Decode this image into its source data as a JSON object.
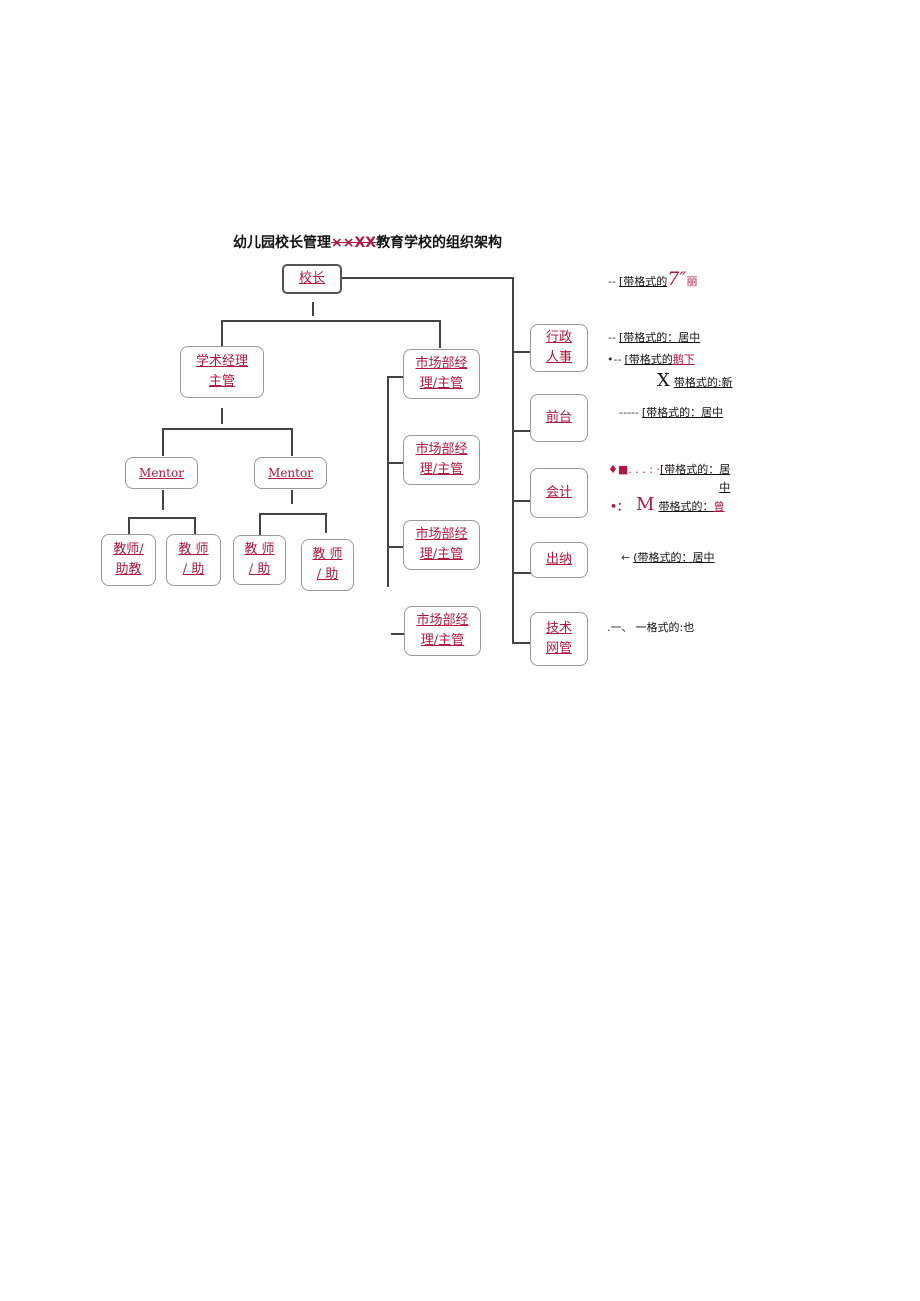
{
  "title": {
    "main": "幼儿园校长管理",
    "strike": "××XX",
    "tail": "教育学校的组织架构"
  },
  "nodes": {
    "principal": "校长",
    "academic": "学术经理\n主管",
    "mentor1": "Mentor",
    "mentor2": "Mentor",
    "teacher1": "教师/\n助教",
    "teacher2": "教 师\n/ 助",
    "teacher3": "教 师\n/ 助",
    "teacher4": "教 师\n/ 助",
    "market1": "市场部经\n理/主管",
    "market2": "市场部经\n理/主管",
    "market3": "市场部经\n理/主管",
    "market4": "市场部经\n理/主管",
    "admin": "行政\n人事",
    "front": "前台",
    "account": "会计",
    "cashier": "出纳",
    "tech": "技术\n网管"
  },
  "notes": [
    {
      "lead": "--",
      "text": "[带格式的",
      "extra": "7″",
      "tail": "丽"
    },
    {
      "lead": "--",
      "text": "[带格式的：居中"
    },
    {
      "lead": "•--",
      "text": "[带格式的",
      "tail": "鹅下"
    },
    {
      "lead": "X",
      "text": "带格式的:新"
    },
    {
      "lead": "-----",
      "text": "[带格式的：居中"
    },
    {
      "lead": "♦■. . . : ·",
      "text": "[带格式的：居",
      "line2": "中"
    },
    {
      "lead": "•：",
      "extra": "M",
      "text": "带格式的：",
      "tail": "曾"
    },
    {
      "lead": "←",
      "text": "(带格式的：居中"
    },
    {
      "lead": ".一、",
      "text": "一格式的:也"
    }
  ]
}
